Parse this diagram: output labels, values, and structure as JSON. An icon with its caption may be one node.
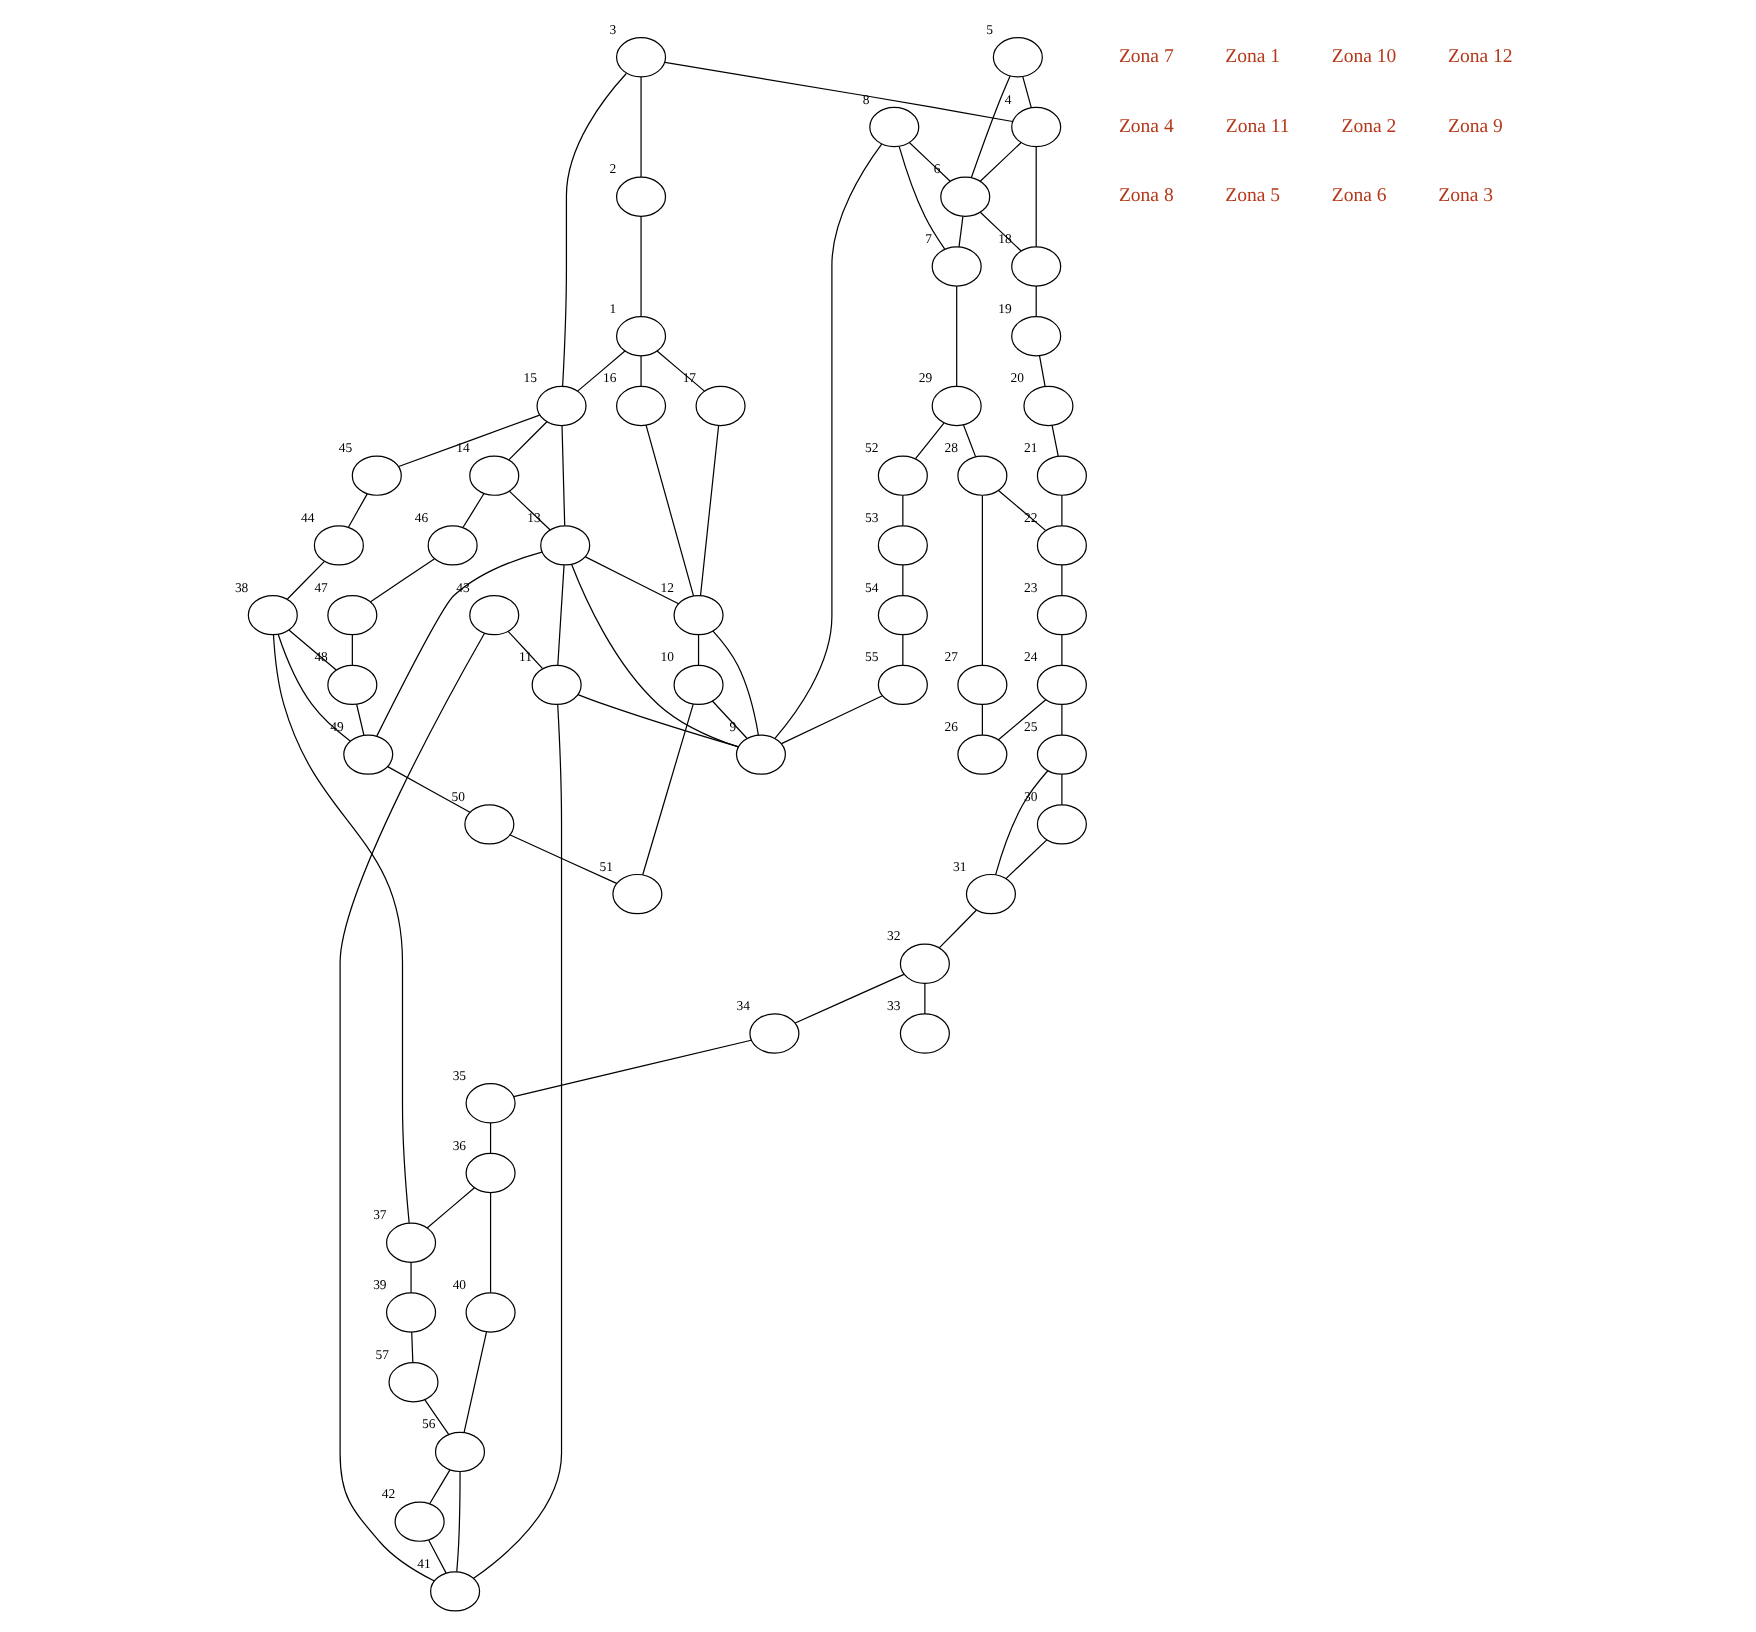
{
  "diagram": {
    "nodes": [
      {
        "text": [],
        "shape": "circle",
        "beside": [
          "1"
        ]
      },
      {
        "text": [],
        "shape": "circle",
        "beside": [
          "2"
        ]
      },
      {
        "text": [],
        "shape": "circle",
        "beside": [
          "3"
        ]
      },
      {
        "text": [],
        "shape": "circle",
        "beside": [
          "4"
        ]
      },
      {
        "text": [],
        "shape": "circle",
        "beside": [
          "5"
        ]
      },
      {
        "text": [],
        "shape": "circle",
        "beside": [
          "6"
        ]
      },
      {
        "text": [],
        "shape": "circle",
        "beside": [
          "7"
        ]
      },
      {
        "text": [],
        "shape": "circle",
        "beside": [
          "8"
        ]
      },
      {
        "text": [],
        "shape": "circle",
        "beside": [
          "9"
        ]
      },
      {
        "text": [],
        "shape": "circle",
        "beside": [
          "10"
        ]
      },
      {
        "text": [],
        "shape": "circle",
        "beside": [
          "11"
        ]
      },
      {
        "text": [],
        "shape": "circle",
        "beside": [
          "12"
        ]
      },
      {
        "text": [],
        "shape": "circle",
        "beside": [
          "13"
        ]
      },
      {
        "text": [],
        "shape": "circle",
        "beside": [
          "14"
        ]
      },
      {
        "text": [],
        "shape": "circle",
        "beside": [
          "15"
        ]
      },
      {
        "text": [],
        "shape": "circle",
        "beside": [
          "16"
        ]
      },
      {
        "text": [],
        "shape": "circle",
        "beside": [
          "17"
        ]
      },
      {
        "text": [],
        "shape": "circle",
        "beside": [
          "18"
        ]
      },
      {
        "text": [],
        "shape": "circle",
        "beside": [
          "19"
        ]
      },
      {
        "text": [],
        "shape": "circle",
        "beside": [
          "20"
        ]
      },
      {
        "text": [],
        "shape": "circle",
        "beside": [
          "21"
        ]
      },
      {
        "text": [],
        "shape": "circle",
        "beside": [
          "22"
        ]
      },
      {
        "text": [],
        "shape": "circle",
        "beside": [
          "23"
        ]
      },
      {
        "text": [],
        "shape": "circle",
        "beside": [
          "24"
        ]
      },
      {
        "text": [],
        "shape": "circle",
        "beside": [
          "25"
        ]
      },
      {
        "text": [],
        "shape": "circle",
        "beside": [
          "26"
        ]
      },
      {
        "text": [],
        "shape": "circle",
        "beside": [
          "27"
        ]
      },
      {
        "text": [],
        "shape": "circle",
        "beside": [
          "28"
        ]
      },
      {
        "text": [],
        "shape": "circle",
        "beside": [
          "29"
        ]
      },
      {
        "text": [],
        "shape": "circle",
        "beside": [
          "30"
        ]
      },
      {
        "text": [],
        "shape": "circle",
        "beside": [
          "31"
        ]
      },
      {
        "text": [],
        "shape": "circle",
        "beside": [
          "32"
        ]
      },
      {
        "text": [],
        "shape": "circle",
        "beside": [
          "33"
        ]
      },
      {
        "text": [],
        "shape": "circle",
        "beside": [
          "34"
        ]
      },
      {
        "text": [],
        "shape": "circle",
        "beside": [
          "35"
        ]
      },
      {
        "text": [],
        "shape": "circle",
        "beside": [
          "36"
        ]
      },
      {
        "text": [],
        "shape": "circle",
        "beside": [
          "37"
        ]
      },
      {
        "text": [],
        "shape": "circle",
        "beside": [
          "38"
        ]
      },
      {
        "text": [],
        "shape": "circle",
        "beside": [
          "39"
        ]
      },
      {
        "text": [],
        "shape": "circle",
        "beside": [
          "40"
        ]
      },
      {
        "text": [],
        "shape": "circle",
        "beside": [
          "41"
        ]
      },
      {
        "text": [],
        "shape": "circle",
        "beside": [
          "42"
        ]
      },
      {
        "text": [],
        "shape": "circle",
        "beside": [
          "43"
        ]
      },
      {
        "text": [],
        "shape": "circle",
        "beside": [
          "44"
        ]
      },
      {
        "text": [],
        "shape": "circle",
        "beside": [
          "45"
        ]
      },
      {
        "text": [],
        "shape": "circle",
        "beside": [
          "46"
        ]
      },
      {
        "text": [],
        "shape": "circle",
        "beside": [
          "47"
        ]
      },
      {
        "text": [],
        "shape": "circle",
        "beside": [
          "48"
        ]
      },
      {
        "text": [],
        "shape": "circle",
        "beside": [
          "49"
        ]
      },
      {
        "text": [],
        "shape": "circle",
        "beside": [
          "50"
        ]
      },
      {
        "text": [],
        "shape": "circle",
        "beside": [
          "51"
        ]
      },
      {
        "text": [],
        "shape": "circle",
        "beside": [
          "52"
        ]
      },
      {
        "text": [],
        "shape": "circle",
        "beside": [
          "53"
        ]
      },
      {
        "text": [],
        "shape": "circle",
        "beside": [
          "54"
        ]
      },
      {
        "text": [],
        "shape": "circle",
        "beside": [
          "55"
        ]
      },
      {
        "text": [],
        "shape": "circle",
        "beside": [
          "56"
        ]
      },
      {
        "text": [],
        "shape": "circle",
        "beside": [
          "57"
        ]
      }
    ],
    "edges": [
      {
        "from": 2,
        "to": 1,
        "arrow": "none"
      },
      {
        "from": 1,
        "to": 0,
        "arrow": "none"
      },
      {
        "from": 2,
        "to": 3,
        "arrow": "none"
      },
      {
        "from": 2,
        "to": 14,
        "arrow": "none"
      },
      {
        "from": 0,
        "to": 14,
        "arrow": "none"
      },
      {
        "from": 0,
        "to": 16,
        "arrow": "none"
      },
      {
        "from": 0,
        "to": 15,
        "arrow": "none"
      },
      {
        "from": 16,
        "to": 11,
        "arrow": "none"
      },
      {
        "from": 15,
        "to": 11,
        "arrow": "none"
      },
      {
        "from": 4,
        "to": 3,
        "arrow": "none"
      },
      {
        "from": 4,
        "to": 5,
        "arrow": "none"
      },
      {
        "from": 3,
        "to": 5,
        "arrow": "none"
      },
      {
        "from": 3,
        "to": 17,
        "arrow": "none"
      },
      {
        "from": 7,
        "to": 5,
        "arrow": "none"
      },
      {
        "from": 7,
        "to": 6,
        "arrow": "none"
      },
      {
        "from": 5,
        "to": 17,
        "arrow": "none"
      },
      {
        "from": 5,
        "to": 6,
        "arrow": "none"
      },
      {
        "from": 6,
        "to": 28,
        "arrow": "none"
      },
      {
        "from": 17,
        "to": 18,
        "arrow": "none"
      },
      {
        "from": 18,
        "to": 19,
        "arrow": "none"
      },
      {
        "from": 19,
        "to": 20,
        "arrow": "none"
      },
      {
        "from": 14,
        "to": 44,
        "arrow": "none"
      },
      {
        "from": 14,
        "to": 13,
        "arrow": "none"
      },
      {
        "from": 14,
        "to": 12,
        "arrow": "none"
      },
      {
        "from": 44,
        "to": 43,
        "arrow": "none"
      },
      {
        "from": 13,
        "to": 45,
        "arrow": "none"
      },
      {
        "from": 13,
        "to": 12,
        "arrow": "none"
      },
      {
        "from": 43,
        "to": 37,
        "arrow": "none"
      },
      {
        "from": 45,
        "to": 46,
        "arrow": "none"
      },
      {
        "from": 46,
        "to": 47,
        "arrow": "none"
      },
      {
        "from": 37,
        "to": 47,
        "arrow": "none"
      },
      {
        "from": 47,
        "to": 48,
        "arrow": "none"
      },
      {
        "from": 37,
        "to": 48,
        "arrow": "none"
      },
      {
        "from": 37,
        "to": 36,
        "arrow": "none"
      },
      {
        "from": 12,
        "to": 48,
        "arrow": "none"
      },
      {
        "from": 12,
        "to": 11,
        "arrow": "none"
      },
      {
        "from": 12,
        "to": 10,
        "arrow": "none"
      },
      {
        "from": 12,
        "to": 8,
        "arrow": "none"
      },
      {
        "from": 11,
        "to": 9,
        "arrow": "none"
      },
      {
        "from": 11,
        "to": 8,
        "arrow": "none"
      },
      {
        "from": 9,
        "to": 8,
        "arrow": "none"
      },
      {
        "from": 9,
        "to": 50,
        "arrow": "none"
      },
      {
        "from": 48,
        "to": 49,
        "arrow": "none"
      },
      {
        "from": 49,
        "to": 50,
        "arrow": "none"
      },
      {
        "from": 28,
        "to": 51,
        "arrow": "none"
      },
      {
        "from": 28,
        "to": 27,
        "arrow": "none"
      },
      {
        "from": 51,
        "to": 52,
        "arrow": "none"
      },
      {
        "from": 52,
        "to": 53,
        "arrow": "none"
      },
      {
        "from": 7,
        "to": 8,
        "arrow": "none"
      },
      {
        "from": 27,
        "to": 21,
        "arrow": "none"
      },
      {
        "from": 27,
        "to": 26,
        "arrow": "none"
      },
      {
        "from": 26,
        "to": 25,
        "arrow": "none"
      },
      {
        "from": 20,
        "to": 21,
        "arrow": "none"
      },
      {
        "from": 21,
        "to": 22,
        "arrow": "none"
      },
      {
        "from": 22,
        "to": 23,
        "arrow": "none"
      },
      {
        "from": 23,
        "to": 25,
        "arrow": "none"
      },
      {
        "from": 23,
        "to": 24,
        "arrow": "none"
      },
      {
        "from": 24,
        "to": 29,
        "arrow": "none"
      },
      {
        "from": 24,
        "to": 30,
        "arrow": "none"
      },
      {
        "from": 29,
        "to": 30,
        "arrow": "none"
      },
      {
        "from": 30,
        "to": 31,
        "arrow": "none"
      },
      {
        "from": 31,
        "to": 32,
        "arrow": "none"
      },
      {
        "from": 31,
        "to": 33,
        "arrow": "none"
      },
      {
        "from": 33,
        "to": 34,
        "arrow": "none"
      },
      {
        "from": 34,
        "to": 35,
        "arrow": "none"
      },
      {
        "from": 35,
        "to": 36,
        "arrow": "none"
      },
      {
        "from": 35,
        "to": 39,
        "arrow": "none"
      },
      {
        "from": 36,
        "to": 38,
        "arrow": "none"
      },
      {
        "from": 38,
        "to": 56,
        "arrow": "none"
      },
      {
        "from": 39,
        "to": 55,
        "arrow": "none"
      },
      {
        "from": 56,
        "to": 55,
        "arrow": "none"
      },
      {
        "from": 55,
        "to": 41,
        "arrow": "none"
      },
      {
        "from": 55,
        "to": 40,
        "arrow": "none"
      },
      {
        "from": 41,
        "to": 40,
        "arrow": "none"
      },
      {
        "from": 42,
        "to": 10,
        "arrow": "none"
      },
      {
        "from": 42,
        "to": 40,
        "arrow": "none"
      },
      {
        "from": 10,
        "to": 40,
        "arrow": "none"
      },
      {
        "from": 10,
        "to": 8,
        "arrow": "none"
      },
      {
        "from": 53,
        "to": 54,
        "arrow": "none"
      },
      {
        "from": 54,
        "to": 8,
        "arrow": "none"
      }
    ],
    "labels": [
      "Zona 7",
      "Zona 1",
      "Zona 10",
      "Zona 12",
      "Zona 4",
      "Zona 11",
      "Zona 2",
      "Zona 9",
      "Zona 8",
      "Zona 5",
      "Zona 6",
      "Zona 3"
    ]
  }
}
